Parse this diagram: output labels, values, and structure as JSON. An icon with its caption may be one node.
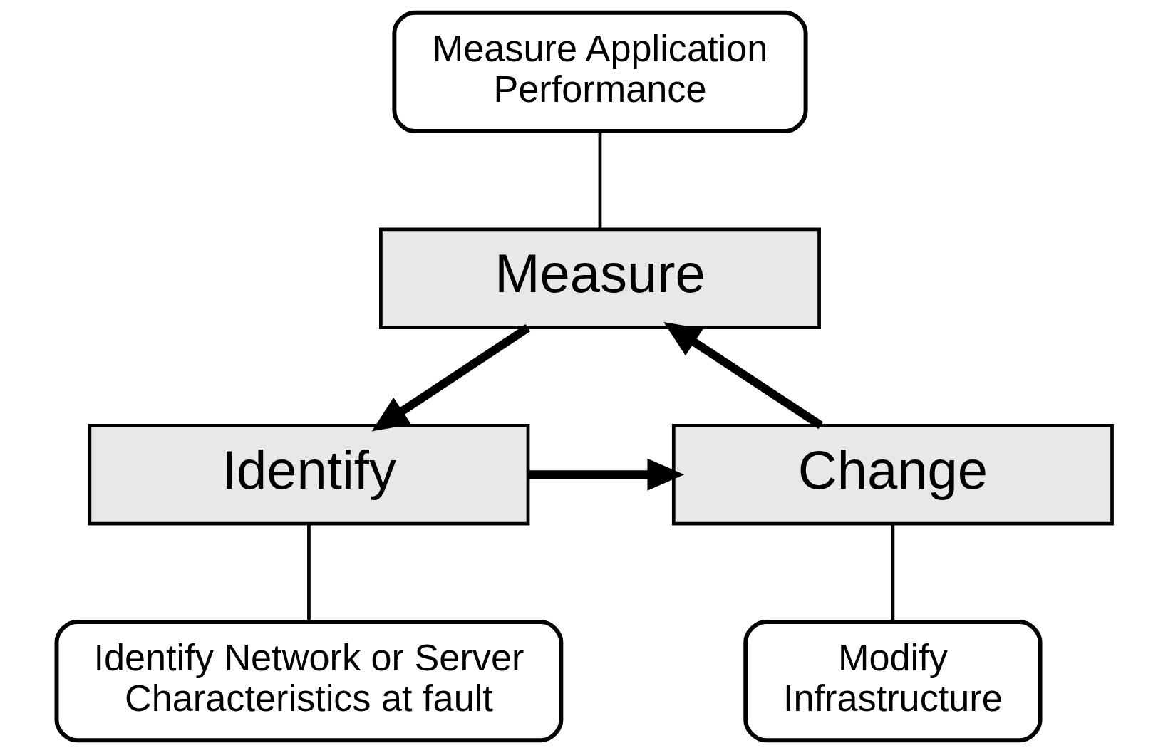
{
  "diagram": {
    "nodes": [
      {
        "text": [
          "Measure Application Performance"
        ]
      },
      {
        "text": [
          "Measure"
        ]
      },
      {
        "text": [
          "Change"
        ]
      },
      {
        "text": [
          "Identify"
        ]
      },
      {
        "text": [
          "Modify Infrastructure"
        ]
      },
      {
        "text": [
          "Identify Network or Server Characteristics at fault"
        ]
      }
    ],
    "edges": [
      {
        "from": 0,
        "to": 1,
        "arrow": "none"
      },
      {
        "from": 1,
        "to": 3,
        "arrow": "to",
        "style": "thick"
      },
      {
        "from": 3,
        "to": 2,
        "arrow": "to",
        "style": "thick"
      },
      {
        "from": 2,
        "to": 1,
        "arrow": "to",
        "style": "thick"
      },
      {
        "from": 2,
        "to": 4,
        "arrow": "none"
      },
      {
        "from": 3,
        "to": 5,
        "arrow": "none"
      }
    ]
  }
}
